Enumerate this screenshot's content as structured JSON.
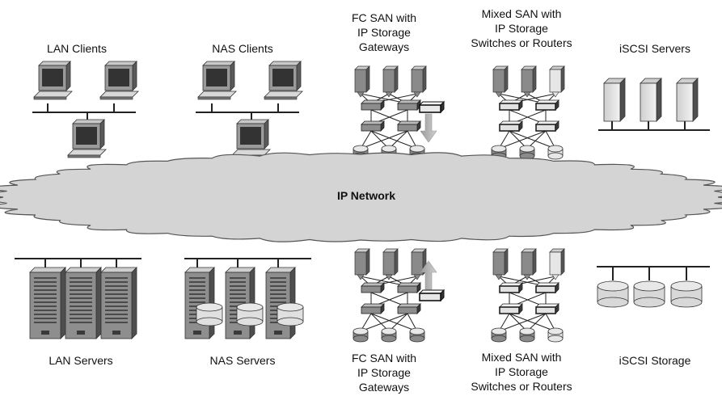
{
  "network": {
    "label": "IP Network"
  },
  "top_row": [
    {
      "id": "lan-clients",
      "lines": [
        "LAN Clients"
      ]
    },
    {
      "id": "nas-clients",
      "lines": [
        "NAS Clients"
      ]
    },
    {
      "id": "fc-san-top",
      "lines": [
        "FC SAN with",
        "IP Storage",
        "Gateways"
      ]
    },
    {
      "id": "mixed-san-top",
      "lines": [
        "Mixed SAN with",
        "IP Storage",
        "Switches or Routers"
      ]
    },
    {
      "id": "iscsi-servers",
      "lines": [
        "iSCSI Servers"
      ]
    }
  ],
  "bottom_row": [
    {
      "id": "lan-servers",
      "lines": [
        "LAN Servers"
      ]
    },
    {
      "id": "nas-servers",
      "lines": [
        "NAS Servers"
      ]
    },
    {
      "id": "fc-san-bottom",
      "lines": [
        "FC SAN with",
        "IP Storage",
        "Gateways"
      ]
    },
    {
      "id": "mixed-san-bottom",
      "lines": [
        "Mixed SAN with",
        "IP Storage",
        "Switches or Routers"
      ]
    },
    {
      "id": "iscsi-storage",
      "lines": [
        "iSCSI Storage"
      ]
    }
  ],
  "colors": {
    "cloud_fill": "#d4d4d4",
    "cloud_stroke": "#555555",
    "device_gray": "#8a8a8a",
    "device_light": "#e6e6e6",
    "gateway_arrow": "#bbbbbb"
  }
}
